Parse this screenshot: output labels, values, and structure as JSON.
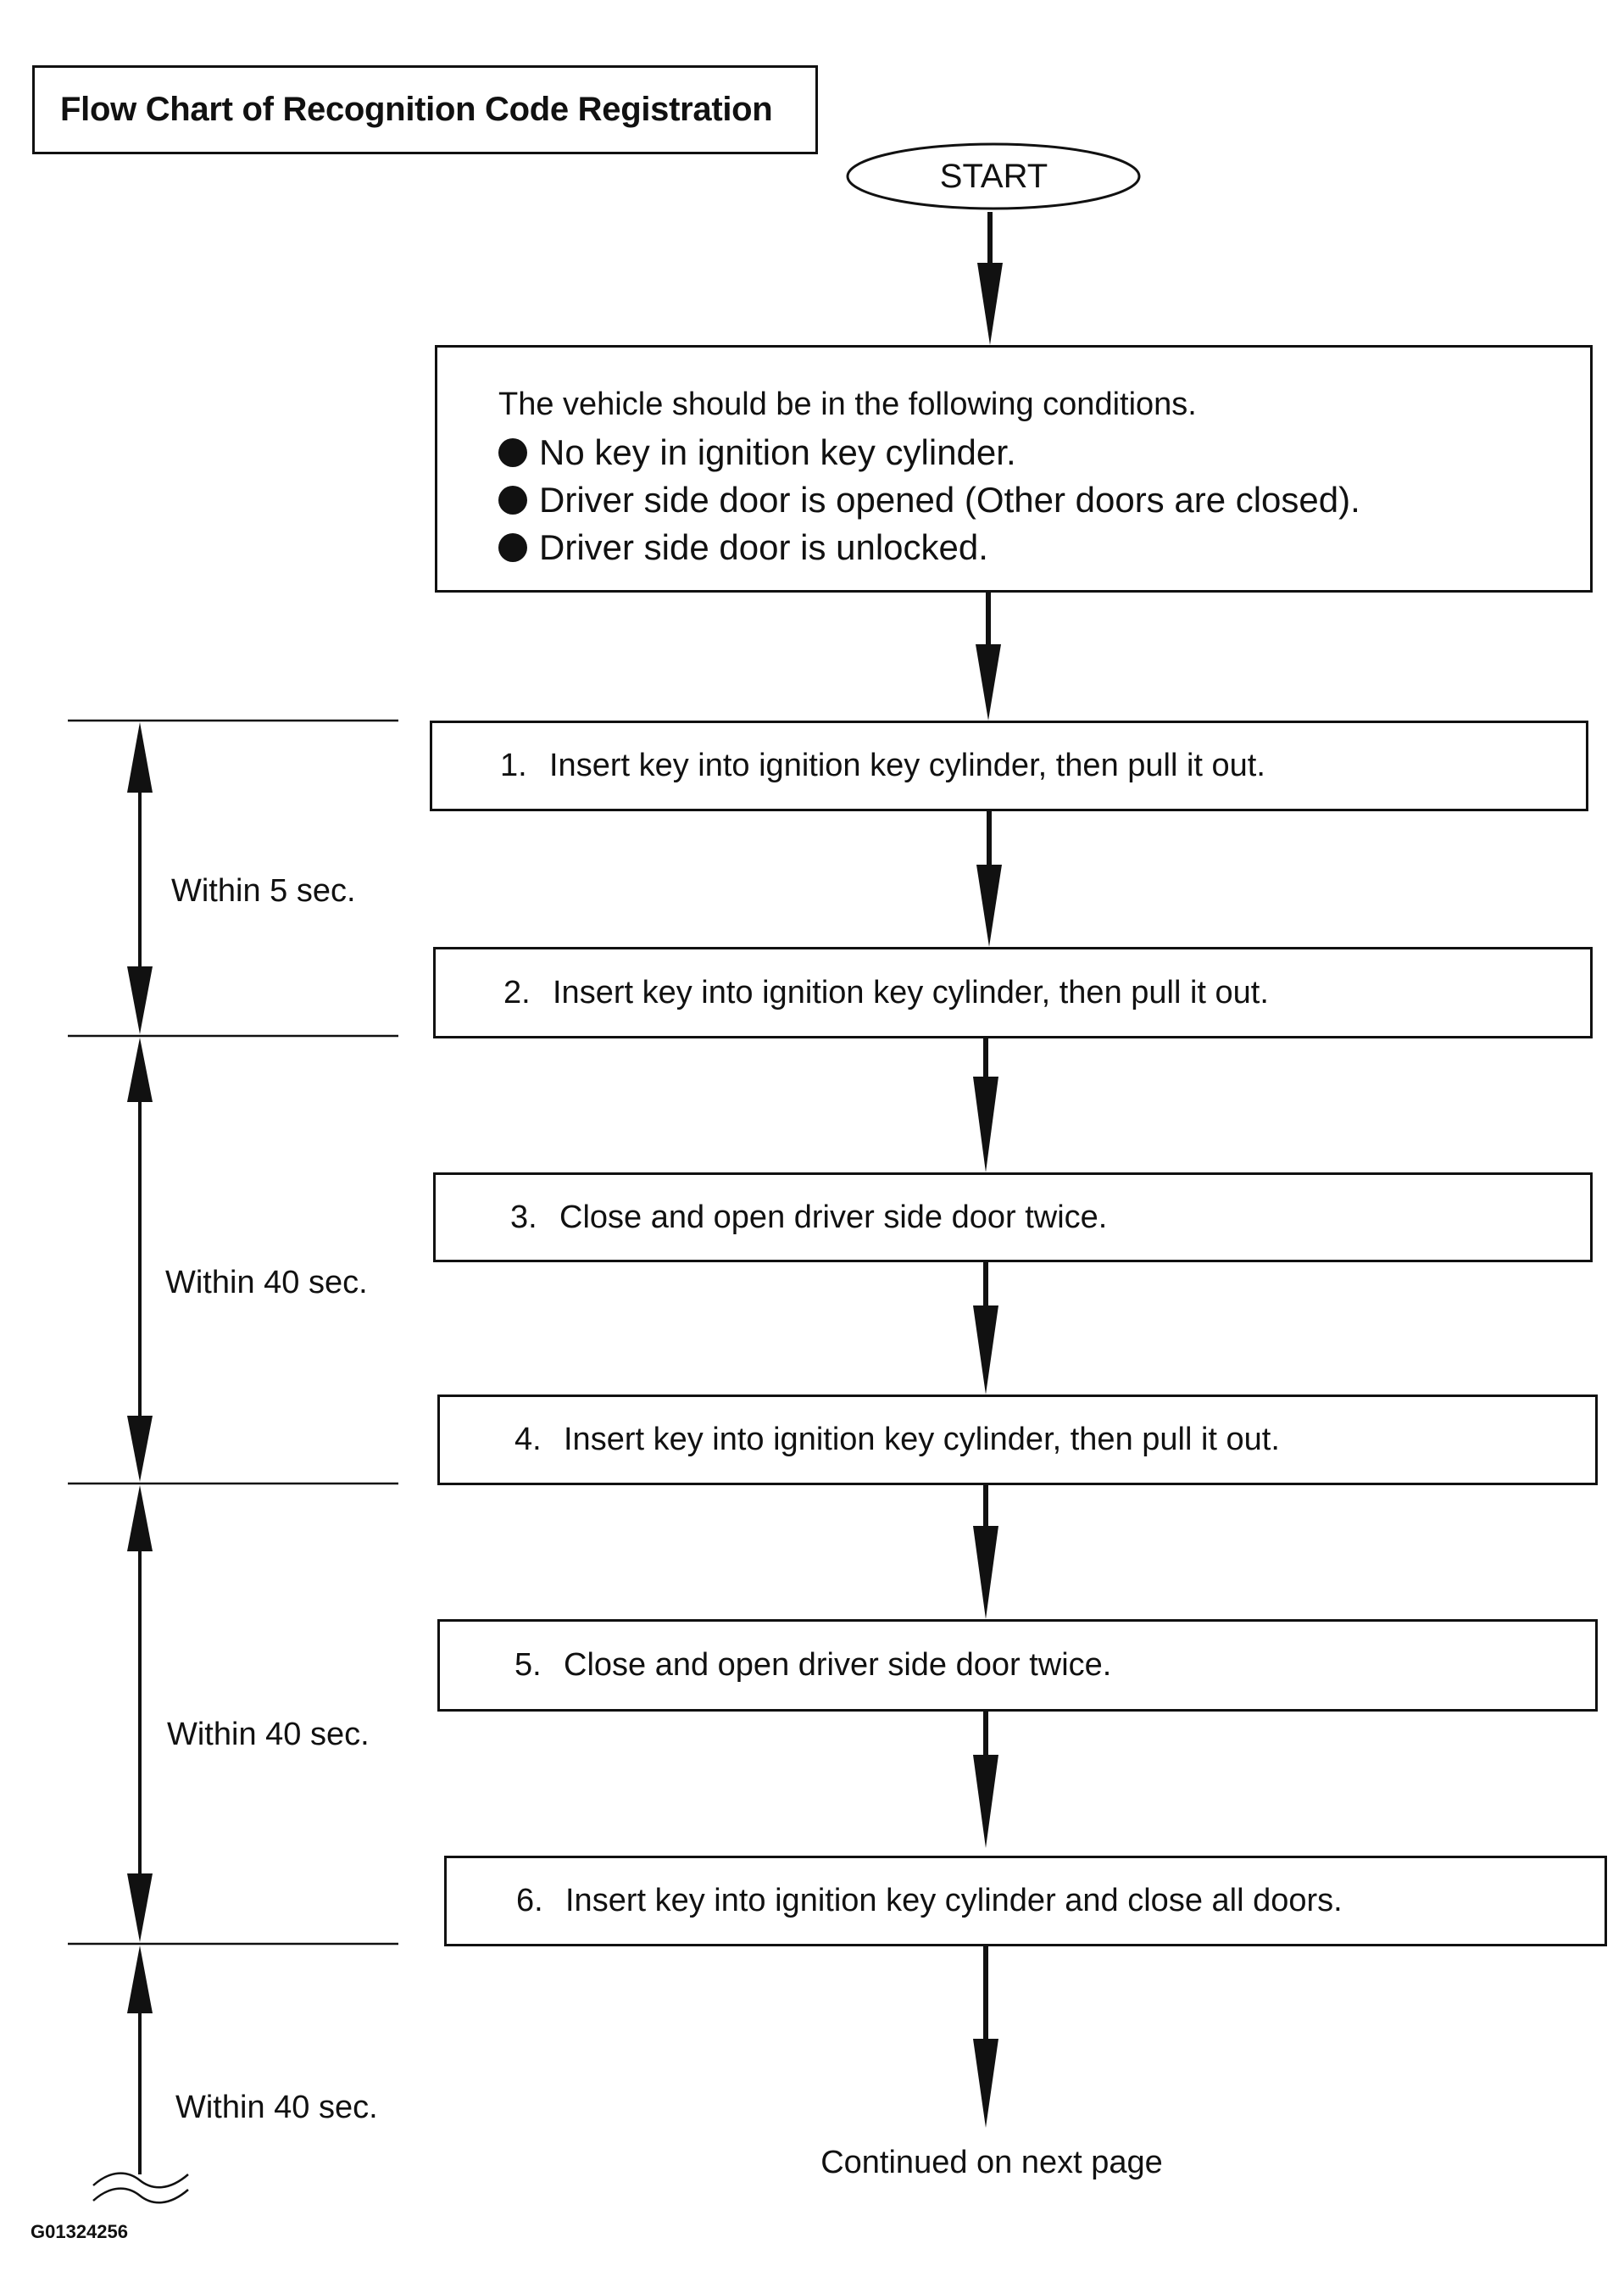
{
  "title": "Flow Chart of Recognition Code Registration",
  "start": "START",
  "conditions": {
    "intro": "The vehicle should be in the following conditions.",
    "items": [
      "No key in ignition key cylinder.",
      "Driver side door is opened (Other doors are closed).",
      "Driver side door is unlocked."
    ]
  },
  "steps": [
    {
      "num": "1.",
      "text": "Insert key into ignition key cylinder, then pull it out."
    },
    {
      "num": "2.",
      "text": "Insert key into ignition key cylinder, then pull it out."
    },
    {
      "num": "3.",
      "text": "Close and open driver side door twice."
    },
    {
      "num": "4.",
      "text": "Insert key into ignition key cylinder, then pull it out."
    },
    {
      "num": "5.",
      "text": "Close and open driver side door twice."
    },
    {
      "num": "6.",
      "text": "Insert key into ignition key cylinder and close all doors."
    }
  ],
  "intervals": [
    "Within 5 sec.",
    "Within 40 sec.",
    "Within 40 sec.",
    "Within 40 sec."
  ],
  "continued": "Continued on next page",
  "figure_id": "G01324256"
}
